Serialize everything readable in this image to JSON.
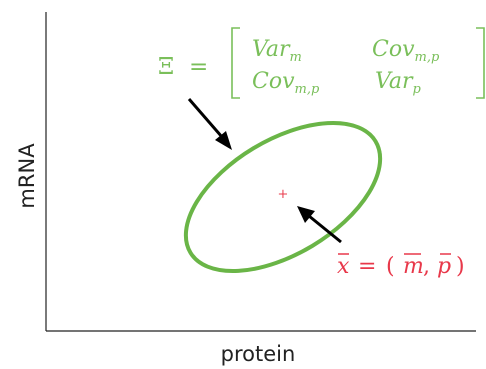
{
  "axes": {
    "xlabel": "protein",
    "ylabel": "mRNA"
  },
  "covariance_matrix": {
    "symbol": "Ξ",
    "equals": "=",
    "cells": [
      [
        "Var",
        "m",
        "Cov",
        "m,p"
      ],
      [
        "Cov",
        "m,p",
        "Var",
        "p"
      ]
    ]
  },
  "mean_vector": {
    "lhs_symbol": "x",
    "equals": "=",
    "open_paren": "(",
    "first": "m",
    "comma": ",",
    "second": "p",
    "close_paren": ")"
  },
  "mean_marker": "+",
  "colors": {
    "ellipse": "#6ab547",
    "matrix_text": "#7abf5a",
    "mean": "#e8384a",
    "axis": "#222222",
    "arrow": "#000000"
  }
}
